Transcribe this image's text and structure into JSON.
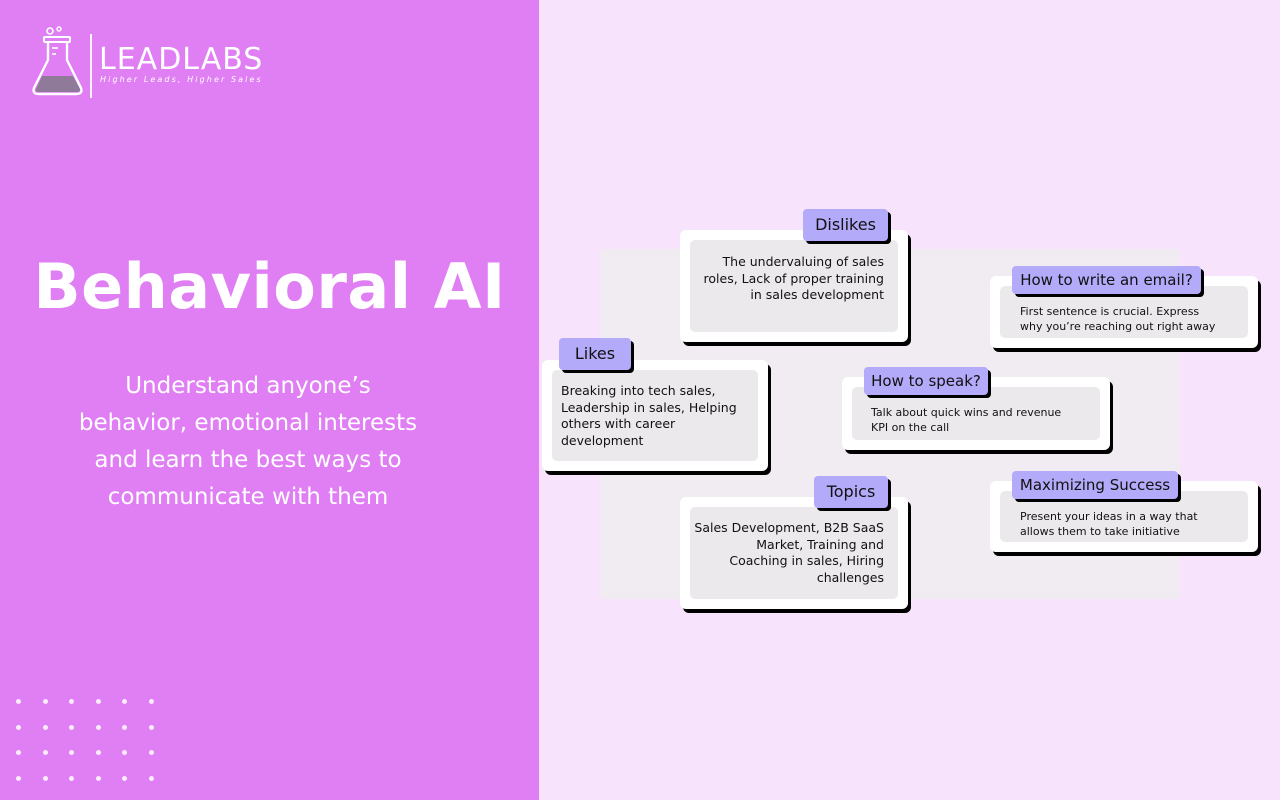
{
  "logo": {
    "brand": "LEADLABS",
    "tagline": "Higher Leads, Higher Sales"
  },
  "hero": {
    "title": "Behavioral AI",
    "subtitle_lines": [
      "Understand anyone’s",
      "behavior, emotional interests",
      "and learn the best ways to",
      "communicate with them"
    ]
  },
  "colors": {
    "left_panel": "#e07ef4",
    "right_panel": "#f7e3fb",
    "tag": "#b3aaf9"
  },
  "cards": {
    "dislikes": {
      "label": "Dislikes",
      "lines": [
        "The undervaluing of sales",
        "roles, Lack of proper training",
        "in sales development"
      ]
    },
    "email": {
      "label": "How to write an email?",
      "lines": [
        "First sentence is crucial. Express",
        "why you’re reaching out right away"
      ]
    },
    "likes": {
      "label": "Likes",
      "lines": [
        "Breaking into tech sales,",
        "Leadership in sales, Helping",
        "others with career",
        "development"
      ]
    },
    "speak": {
      "label": "How to speak?",
      "lines": [
        "Talk about quick wins and revenue",
        "KPI on the call"
      ]
    },
    "topics": {
      "label": "Topics",
      "lines": [
        "Sales Development, B2B SaaS",
        "Market, Training and",
        "Coaching in sales, Hiring",
        "challenges"
      ]
    },
    "success": {
      "label": "Maximizing Success",
      "lines": [
        "Present your ideas in a way that",
        "allows them to take initiative"
      ]
    }
  }
}
